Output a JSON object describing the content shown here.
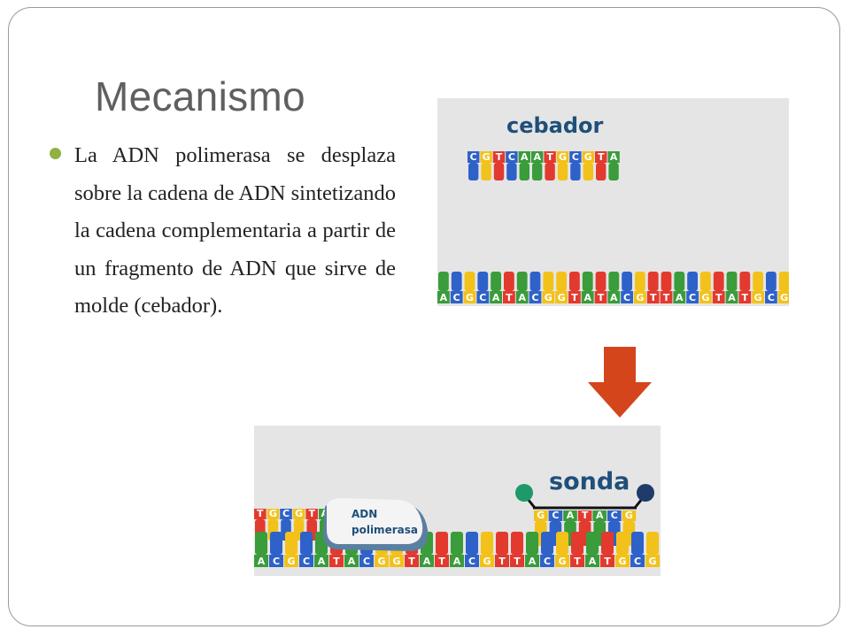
{
  "slide": {
    "title": "Mecanismo",
    "bullet": "La ADN polimerasa se desplaza sobre la cadena de ADN sintetizando la cadena complementaria a partir de un fragmento de ADN que sirve de molde (cebador)."
  },
  "figure_top": {
    "label": "cebador",
    "primer_sequence": "CGTCAATGCGTA",
    "template_sequence": "ACGCATACGGTATACGTTACGTATGCG"
  },
  "figure_bottom": {
    "label": "sonda",
    "polymerase_label_line1": "ADN",
    "polymerase_label_line2": "polimerasa",
    "synthesized_sequence": "TGCGTA",
    "probe_sequence": "GCATACG",
    "template_sequence": "ACGCATACGGTATACGTTACGTATGCG"
  },
  "colors": {
    "A": "#3a9c3a",
    "T": "#e23a2e",
    "G": "#f2c21b",
    "C": "#2f62c9",
    "arrow": "#d4451c",
    "bullet": "#8fb241",
    "probe_dot_left": "#1e9a6a",
    "probe_dot_right": "#1f3b6b"
  },
  "icons": {
    "bullet": "bullet-dot-icon",
    "arrow": "arrow-down-icon"
  }
}
